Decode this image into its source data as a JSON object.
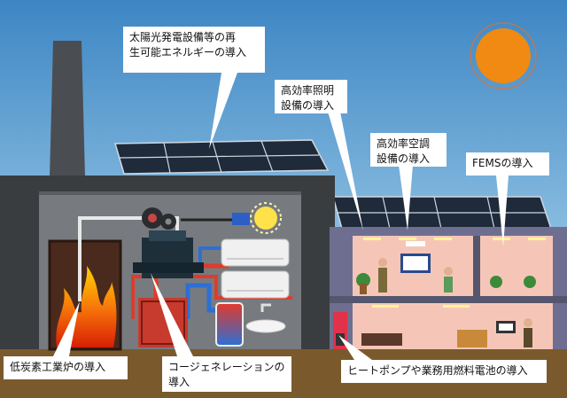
{
  "callouts": {
    "solar": [
      "太陽光発電設備等の再",
      "生可能エネルギーの導入"
    ],
    "lighting": [
      "高効率照明",
      "設備の導入"
    ],
    "aircon": [
      "高効率空調",
      "設備の導入"
    ],
    "fems": [
      "FEMSの導入"
    ],
    "furnace": [
      "低炭素工業炉の導入"
    ],
    "cogen": [
      "コージェネレーションの",
      "導入"
    ],
    "heatpump": [
      "ヒートポンプや業務用燃料電池の導入"
    ]
  },
  "colors": {
    "sky_top": "#3d86c4",
    "sky_bottom": "#bfe3f4",
    "sun": "#f08a12",
    "factory_wall": "#3a3d40",
    "factory_inner": "#777b7f",
    "ground": "#7a5a2c",
    "office_wall": "#6e6f90",
    "room": "#f5c6b8",
    "pipe_red": "#e23a2a",
    "pipe_blue": "#2c6fd6",
    "pipe_white": "#e8e8e8",
    "panel": "#1f2a3a"
  }
}
